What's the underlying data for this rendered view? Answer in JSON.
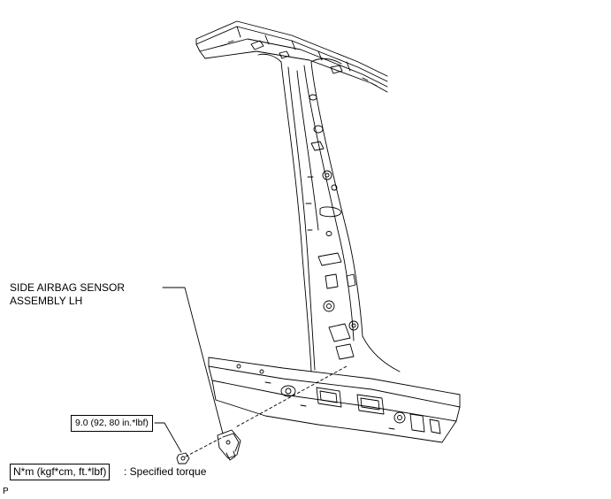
{
  "callouts": {
    "sensor_line1": "SIDE AIRBAG SENSOR",
    "sensor_line2": "ASSEMBLY LH",
    "torque_value": "9.0 (92, 80 in.*lbf)"
  },
  "legend": {
    "unit_text": "N*m (kgf*cm, ft.*lbf)",
    "description": ": Specified torque"
  },
  "corner_mark": "P"
}
